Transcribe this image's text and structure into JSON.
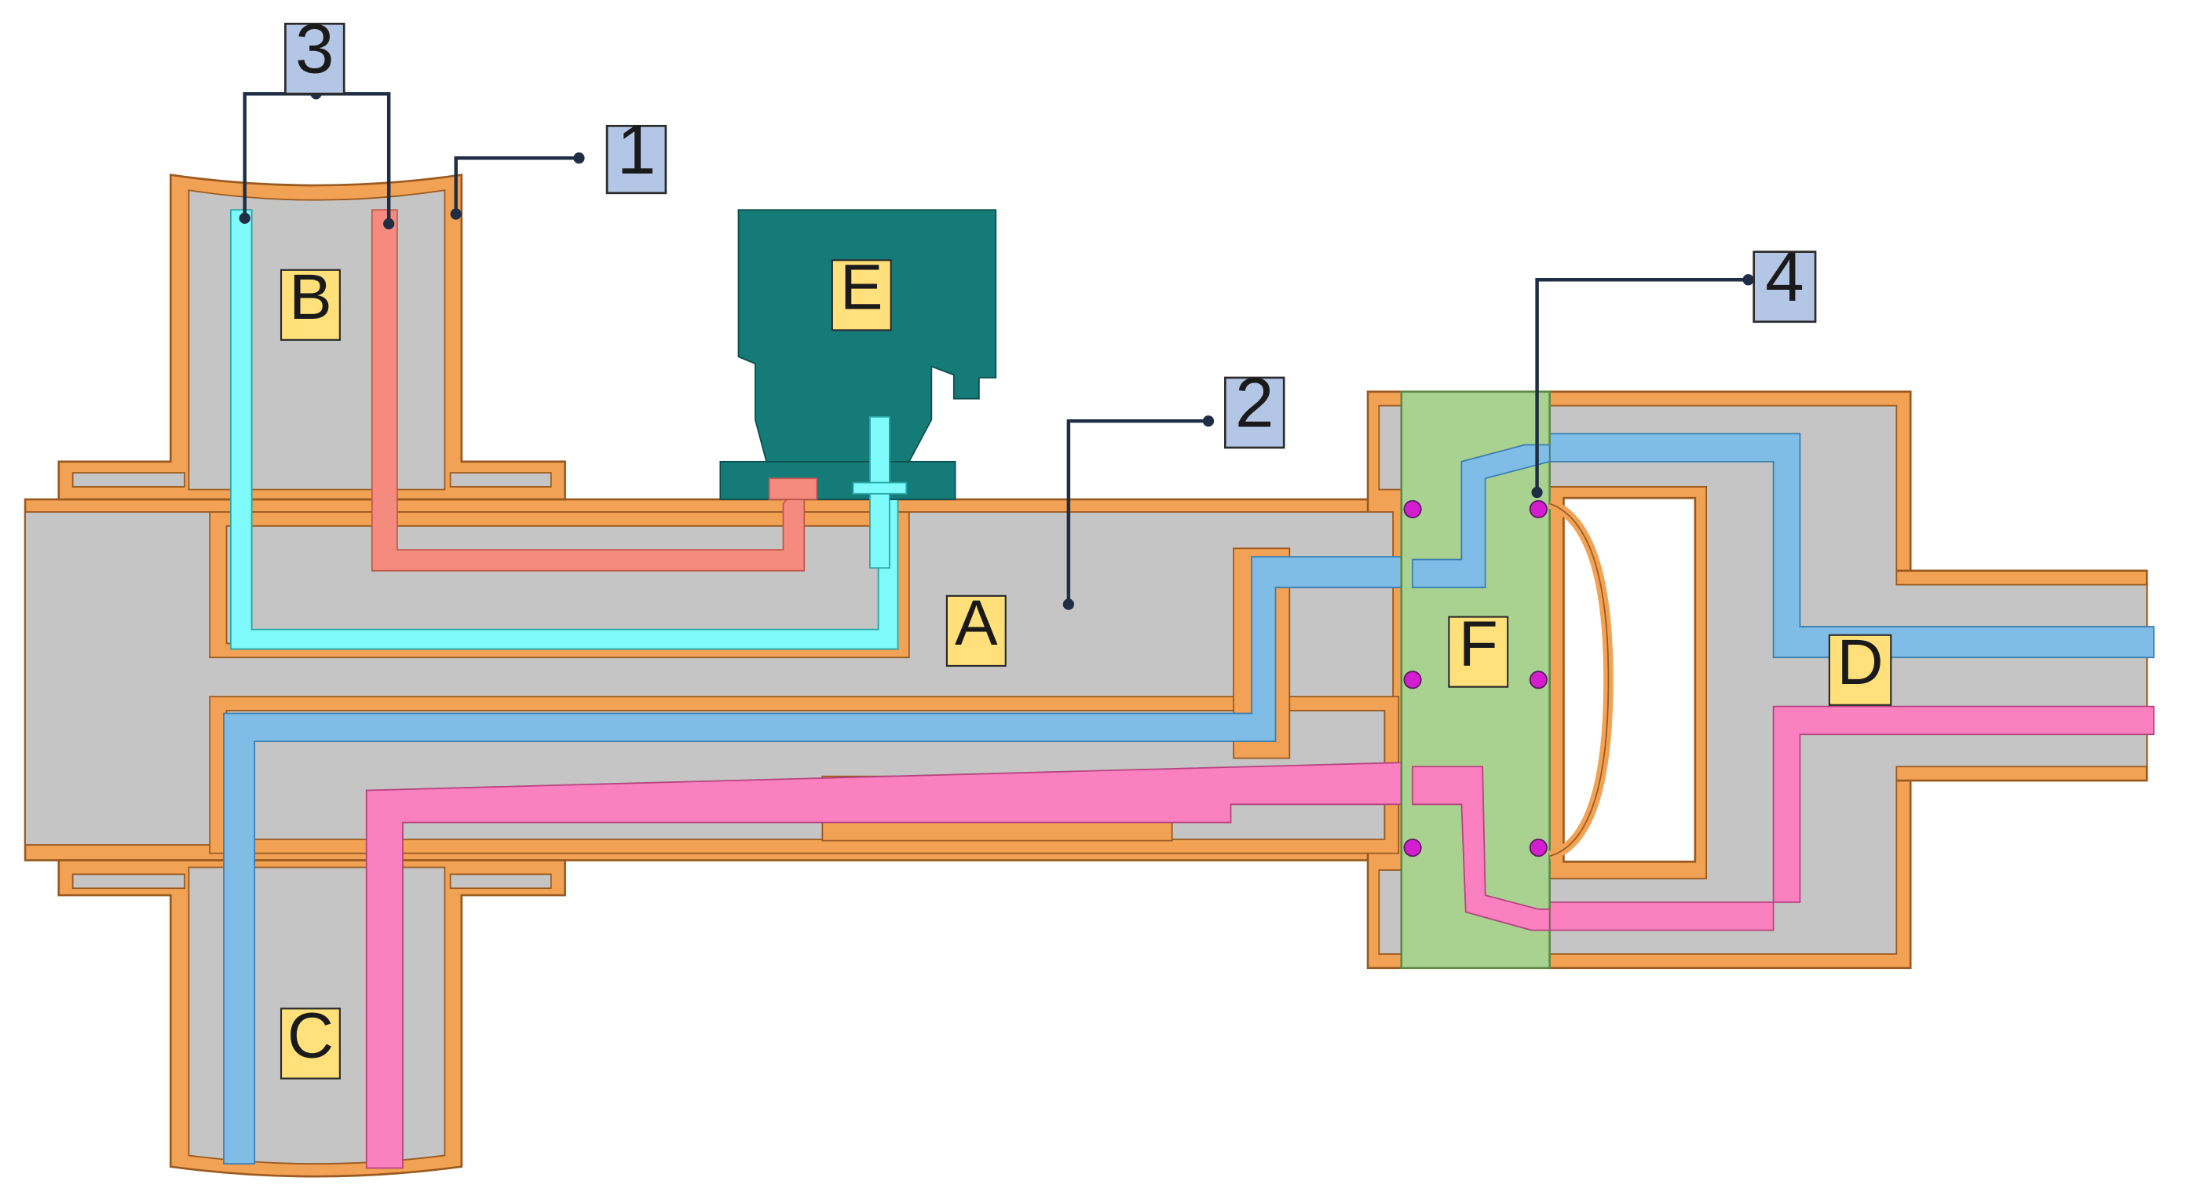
{
  "colors": {
    "steel": "#c5c5c5",
    "insulation": "#f2a254",
    "outline": "#9a5a1f",
    "cyan_line": "#7ffafa",
    "red_line": "#f58a7e",
    "blue_line": "#7fbde6",
    "pink_line": "#fa80bf",
    "valve_body": "#a9d291",
    "actuator": "#157b78",
    "seal": "#d21ecf",
    "callout_box": "#b4c6e6",
    "zone_box": "#ffe07a",
    "leader": "#1f2e44"
  },
  "callouts": [
    {
      "id": "1",
      "label": "1"
    },
    {
      "id": "2",
      "label": "2"
    },
    {
      "id": "3",
      "label": "3"
    },
    {
      "id": "4",
      "label": "4"
    }
  ],
  "zones": [
    {
      "id": "A",
      "label": "A"
    },
    {
      "id": "B",
      "label": "B"
    },
    {
      "id": "C",
      "label": "C"
    },
    {
      "id": "D",
      "label": "D"
    },
    {
      "id": "E",
      "label": "E"
    },
    {
      "id": "F",
      "label": "F"
    }
  ]
}
